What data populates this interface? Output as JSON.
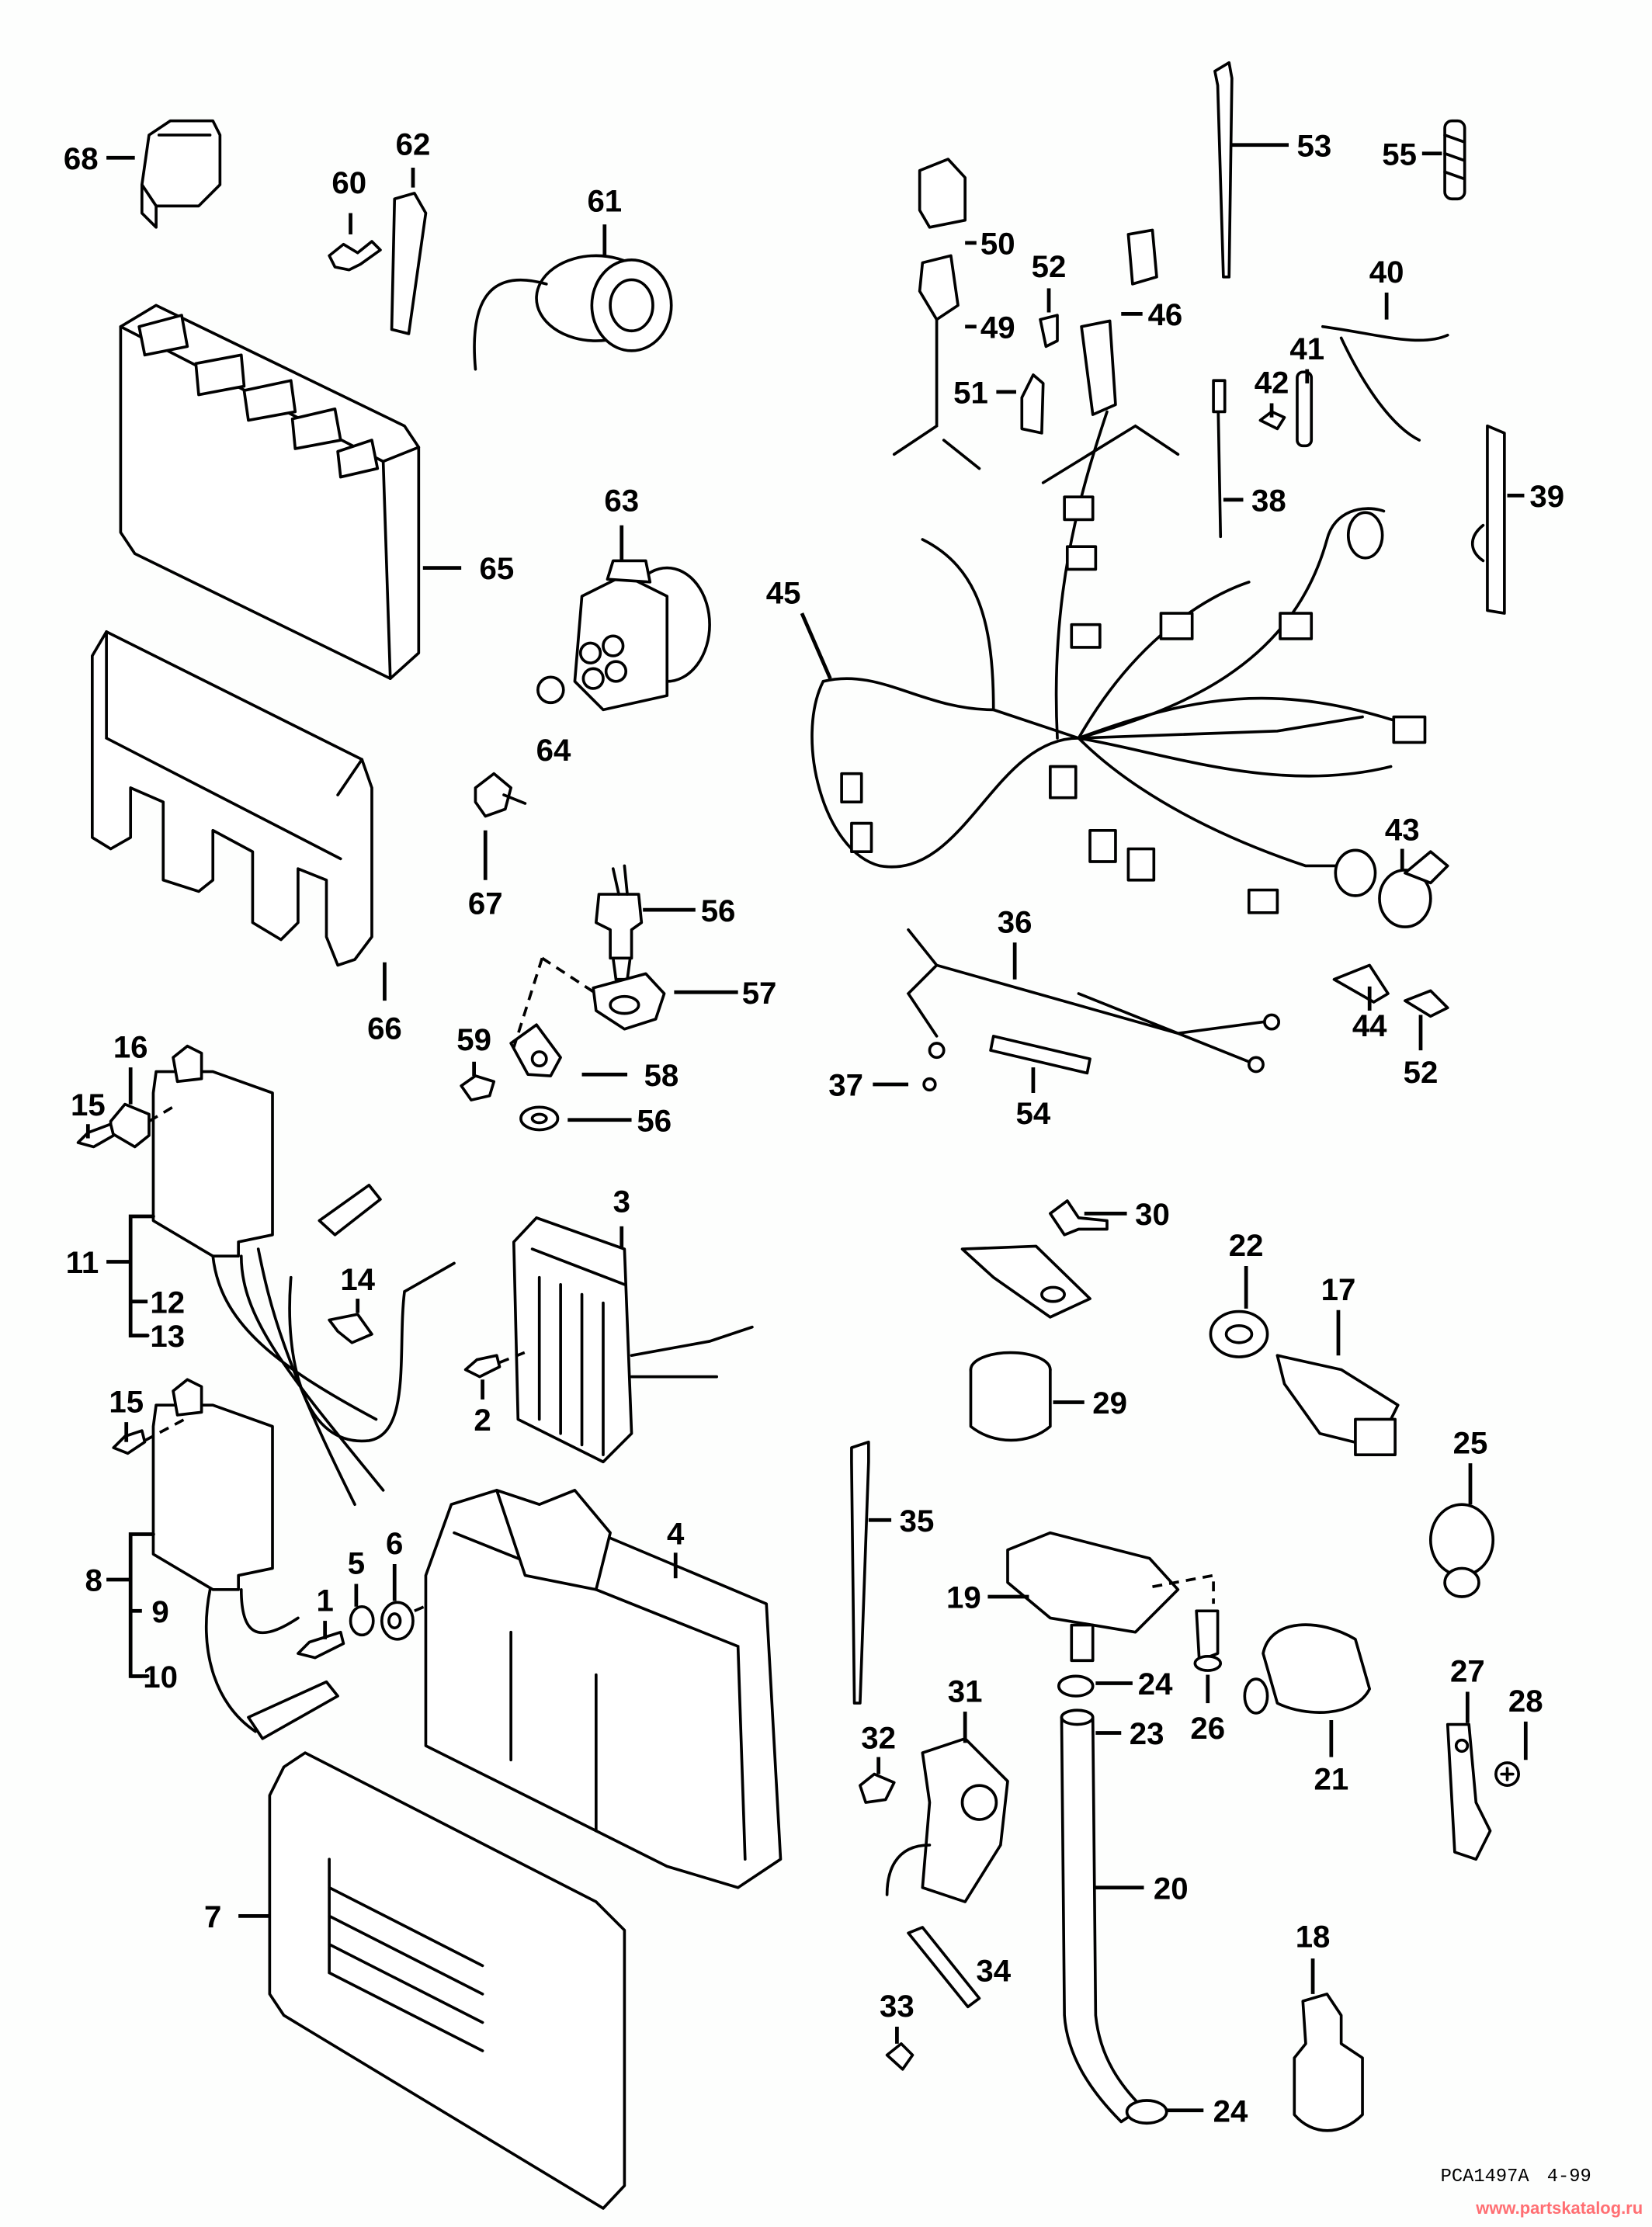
{
  "diagram": {
    "callouts": [
      "68",
      "60",
      "62",
      "61",
      "65",
      "63",
      "64",
      "67",
      "66",
      "56",
      "57",
      "59",
      "58",
      "56",
      "16",
      "15",
      "11",
      "12",
      "13",
      "14",
      "3",
      "2",
      "15",
      "8",
      "9",
      "10",
      "1",
      "5",
      "6",
      "4",
      "7",
      "53",
      "55",
      "50",
      "52",
      "46",
      "49",
      "40",
      "41",
      "42",
      "51",
      "38",
      "39",
      "45",
      "43",
      "36",
      "44",
      "52",
      "37",
      "54",
      "30",
      "22",
      "17",
      "29",
      "25",
      "35",
      "19",
      "24",
      "26",
      "31",
      "32",
      "23",
      "21",
      "27",
      "28",
      "20",
      "34",
      "33",
      "18",
      "24"
    ],
    "drawing_code": "PCA1497A",
    "drawing_date": "4-99",
    "watermark": "www.partskatalog.ru",
    "line_color": "#000000",
    "background_color": "#fdfefd",
    "watermark_color": "#ff6f73"
  }
}
